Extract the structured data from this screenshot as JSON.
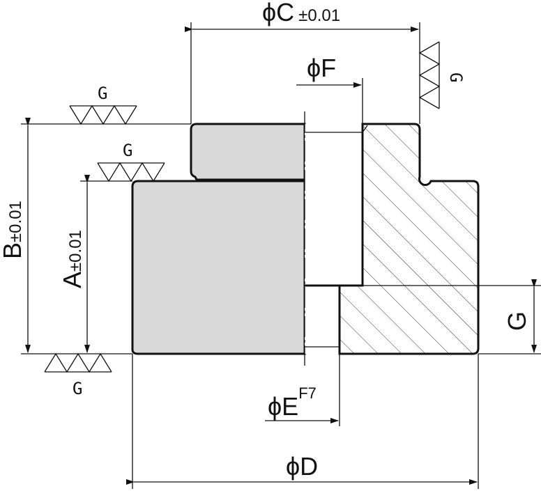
{
  "dimensions": {
    "c": {
      "symbol": "ϕ",
      "letter": "C",
      "tolerance": "±0.01"
    },
    "f": {
      "symbol": "ϕ",
      "letter": "F"
    },
    "b": {
      "letter": "B",
      "tolerance": "±0.01"
    },
    "a": {
      "letter": "A",
      "tolerance": "±0.01"
    },
    "g": {
      "letter": "G"
    },
    "e": {
      "symbol": "ϕ",
      "letter": "E",
      "fit": "F7"
    },
    "d": {
      "symbol": "ϕ",
      "letter": "D"
    }
  },
  "surface_marks": [
    {
      "id": "top-face",
      "label": "G"
    },
    {
      "id": "shoulder-face",
      "label": "G"
    },
    {
      "id": "bottom-face",
      "label": "G"
    },
    {
      "id": "bore-face",
      "label": "G"
    }
  ],
  "colors": {
    "line": "#111111",
    "body": "#d9d9d9",
    "background": "#ffffff"
  }
}
